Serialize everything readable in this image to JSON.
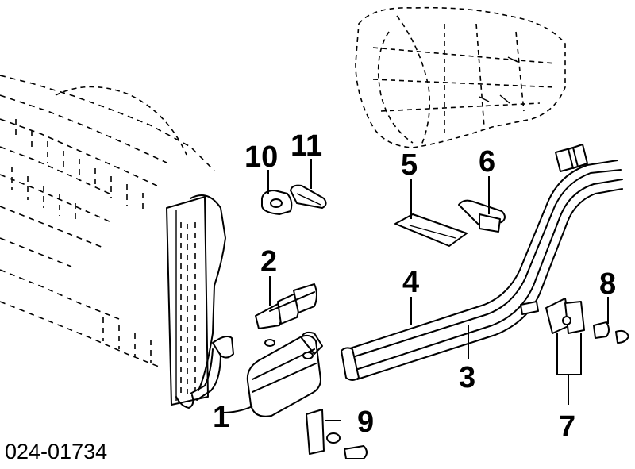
{
  "diagram": {
    "part_number": "024-01734",
    "callouts": [
      "1",
      "2",
      "3",
      "4",
      "5",
      "6",
      "7",
      "8",
      "9",
      "10",
      "11"
    ]
  }
}
